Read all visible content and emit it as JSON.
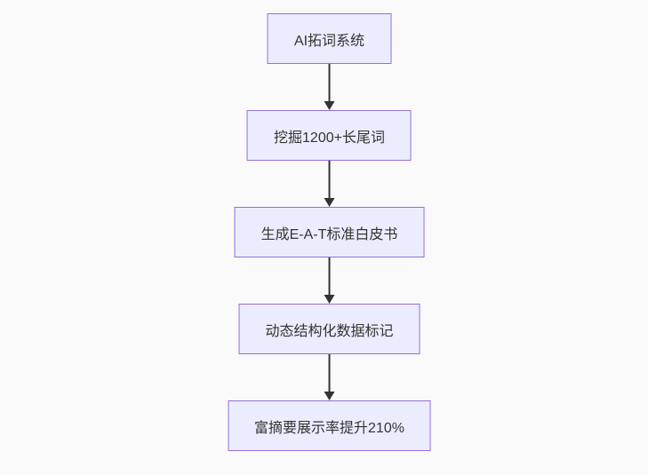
{
  "flowchart": {
    "type": "vertical-flowchart",
    "direction": "top-down",
    "nodes": [
      {
        "id": "A",
        "label": "AI拓词系统"
      },
      {
        "id": "B",
        "label": "挖掘1200+长尾词"
      },
      {
        "id": "C",
        "label": "生成E-A-T标准白皮书"
      },
      {
        "id": "D",
        "label": "动态结构化数据标记"
      },
      {
        "id": "E",
        "label": "富摘要展示率提升210%"
      }
    ],
    "edges": [
      {
        "from": "A",
        "to": "B"
      },
      {
        "from": "B",
        "to": "C"
      },
      {
        "from": "C",
        "to": "D"
      },
      {
        "from": "D",
        "to": "E"
      }
    ],
    "colors": {
      "background": "#fafafa",
      "node_fill": "#ECECFF",
      "node_border": "#9370DB",
      "node_text": "#333333",
      "arrow": "#333333"
    }
  }
}
